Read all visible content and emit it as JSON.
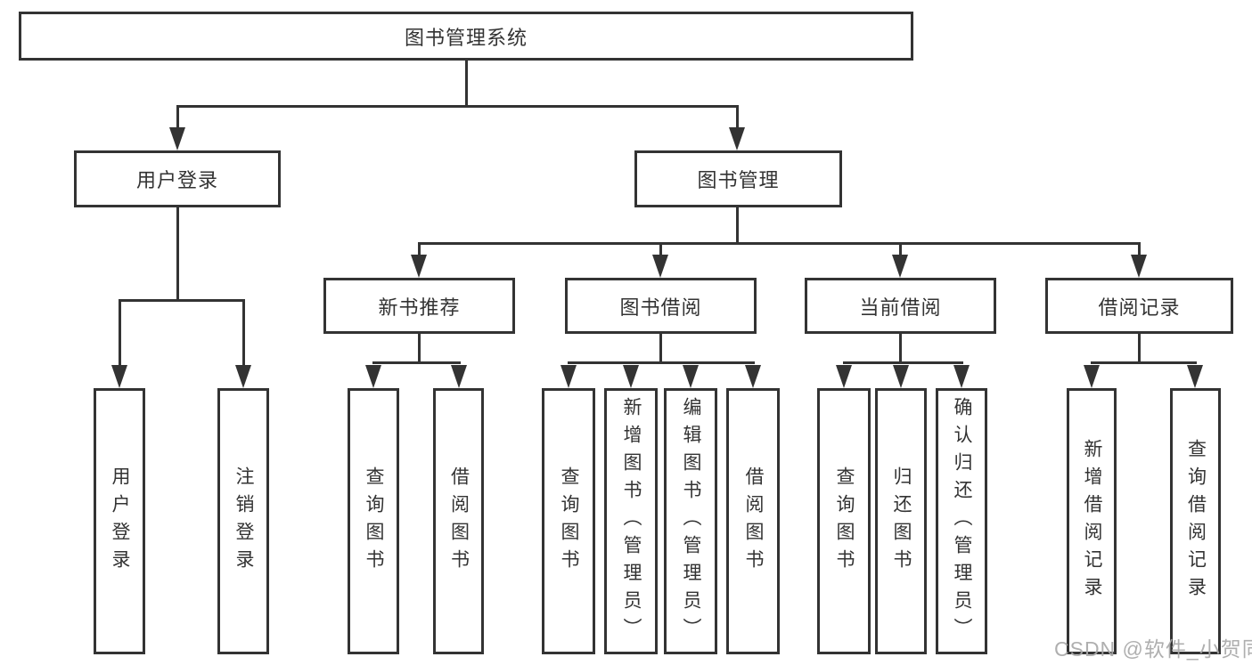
{
  "diagram": {
    "root": {
      "label": "图书管理系统"
    },
    "level2": [
      {
        "label": "用户登录",
        "children": [
          {
            "label": "用户登录"
          },
          {
            "label": "注销登录"
          }
        ]
      },
      {
        "label": "图书管理",
        "children": [
          {
            "label": "新书推荐",
            "children": [
              {
                "label": "查询图书"
              },
              {
                "label": "借阅图书"
              }
            ]
          },
          {
            "label": "图书借阅",
            "children": [
              {
                "label": "查询图书"
              },
              {
                "label": "新增图书（管理员）"
              },
              {
                "label": "编辑图书（管理员）"
              },
              {
                "label": "借阅图书"
              }
            ]
          },
          {
            "label": "当前借阅",
            "children": [
              {
                "label": "查询图书"
              },
              {
                "label": "归还图书"
              },
              {
                "label": "确认归还（管理员）"
              }
            ]
          },
          {
            "label": "借阅记录",
            "children": [
              {
                "label": "新增借阅记录"
              },
              {
                "label": "查询借阅记录"
              }
            ]
          }
        ]
      }
    ]
  },
  "watermark": {
    "text": "CSDN @软件_小贺同学"
  },
  "colors": {
    "line": "#333333",
    "text": "#333333",
    "background": "#ffffff",
    "watermark": "#a8a8a8"
  }
}
